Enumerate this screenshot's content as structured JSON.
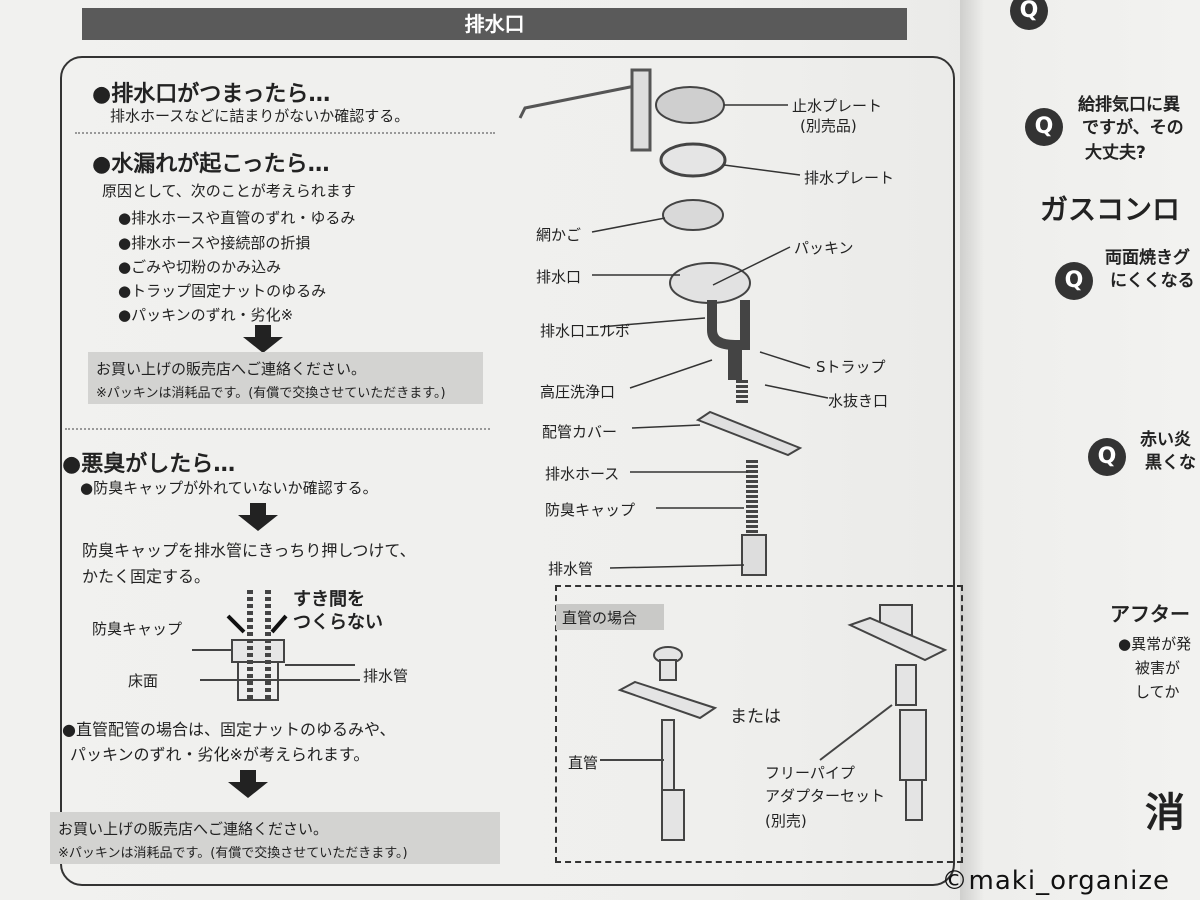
{
  "header": {
    "title": "排水口"
  },
  "section_clog": {
    "heading": "●排水口がつまったら…",
    "body": "排水ホースなどに詰まりがないか確認する。"
  },
  "section_leak": {
    "heading": "●水漏れが起こったら…",
    "intro": "原因として、次のことが考えられます",
    "causes": [
      "●排水ホースや直管のずれ・ゆるみ",
      "●排水ホースや接続部の折損",
      "●ごみや切粉のかみ込み",
      "●トラップ固定ナットのゆるみ",
      "●パッキンのずれ・劣化※"
    ],
    "contact": "お買い上げの販売店へご連絡ください。",
    "note": "※パッキンは消耗品です。(有償で交換させていただきます。)"
  },
  "section_odor": {
    "heading": "●悪臭がしたら…",
    "check": "●防臭キャップが外れていないか確認する。",
    "instruction_line1": "防臭キャップを排水管にきっちり押しつけて、",
    "instruction_line2": "かたく固定する。",
    "figure": {
      "warning_line1": "すき間を",
      "warning_line2": "つくらない",
      "label_cap": "防臭キャップ",
      "label_floor": "床面",
      "label_pipe": "排水管"
    },
    "straight_line1": "●直管配管の場合は、固定ナットのゆるみや、",
    "straight_line2": "パッキンのずれ・劣化※が考えられます。",
    "contact": "お買い上げの販売店へご連絡ください。",
    "note": "※パッキンは消耗品です。(有償で交換させていただきます。)"
  },
  "diagram": {
    "labels": {
      "stop_plate": "止水プレート",
      "stop_plate_note": "(別売品)",
      "drain_plate": "排水プレート",
      "basket": "網かご",
      "packing": "パッキン",
      "drain_port": "排水口",
      "elbow": "排水口エルボ",
      "s_trap": "Sトラップ",
      "hp_wash": "高圧洗浄口",
      "drain_plug": "水抜き口",
      "pipe_cover": "配管カバー",
      "drain_hose": "排水ホース",
      "odor_cap": "防臭キャップ",
      "drain_pipe": "排水管"
    },
    "straight_case": {
      "title": "直管の場合",
      "or": "または",
      "straight_pipe": "直管",
      "adapter_line1": "フリーパイプ",
      "adapter_line2": "アダプターセット",
      "adapter_line3": "(別売)"
    }
  },
  "right_page": {
    "q1_text_line1": "給排気口に異",
    "q1_text_line2": "ですが、その",
    "q1_text_line3": "大丈夫?",
    "section_title": "ガスコンロ",
    "q2_text_line1": "両面焼きグ",
    "q2_text_line2": "にくくなる",
    "q3_text_line1": "赤い炎",
    "q3_text_line2": "黒くな",
    "after_title": "アフター",
    "after_line1": "●異常が発",
    "after_line2": "被害が",
    "after_line3": "してか",
    "big_glyph": "消",
    "q_letter": "Q"
  },
  "watermark": "©maki_organize"
}
